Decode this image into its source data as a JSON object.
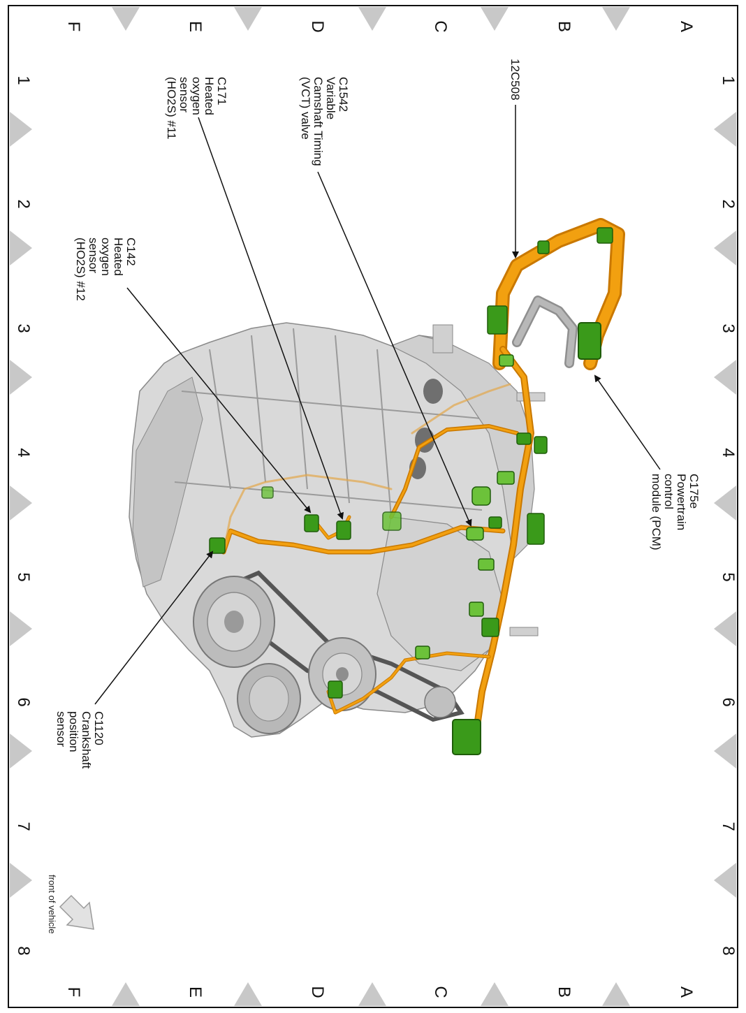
{
  "grid": {
    "rows": [
      "A",
      "B",
      "C",
      "D",
      "E",
      "F"
    ],
    "columns": [
      "1",
      "2",
      "3",
      "4",
      "5",
      "6",
      "7",
      "8"
    ]
  },
  "callouts": {
    "harness": {
      "lines": [
        "12C508"
      ]
    },
    "pcm": {
      "lines": [
        "C175e",
        "Powertrain",
        "control",
        "module (PCM)"
      ]
    },
    "vct": {
      "lines": [
        "C1542",
        "Variable",
        "Camshaft Timing",
        "(VCT) valve"
      ]
    },
    "ho2s11": {
      "lines": [
        "C171",
        "Heated",
        "oxygen",
        "sensor",
        "(HO2S) #11"
      ]
    },
    "ho2s12": {
      "lines": [
        "C142",
        "Heated",
        "oxygen",
        "sensor",
        "(HO2S) #12"
      ]
    },
    "ckp": {
      "lines": [
        "C1120",
        "Crankshaft",
        "position",
        "sensor"
      ]
    }
  },
  "direction_label": "front of vehicle",
  "colors": {
    "frame": "#111111",
    "triangle": "#c8c8c8",
    "engine_fill": "#d9d9d9",
    "engine_shade": "#a6a6a6",
    "harness": "#f2a010",
    "harness_edge": "#c97800",
    "connector": "#3a9a1a",
    "connector_edge": "#1f5c0a",
    "hose": "#a9a9a9"
  }
}
